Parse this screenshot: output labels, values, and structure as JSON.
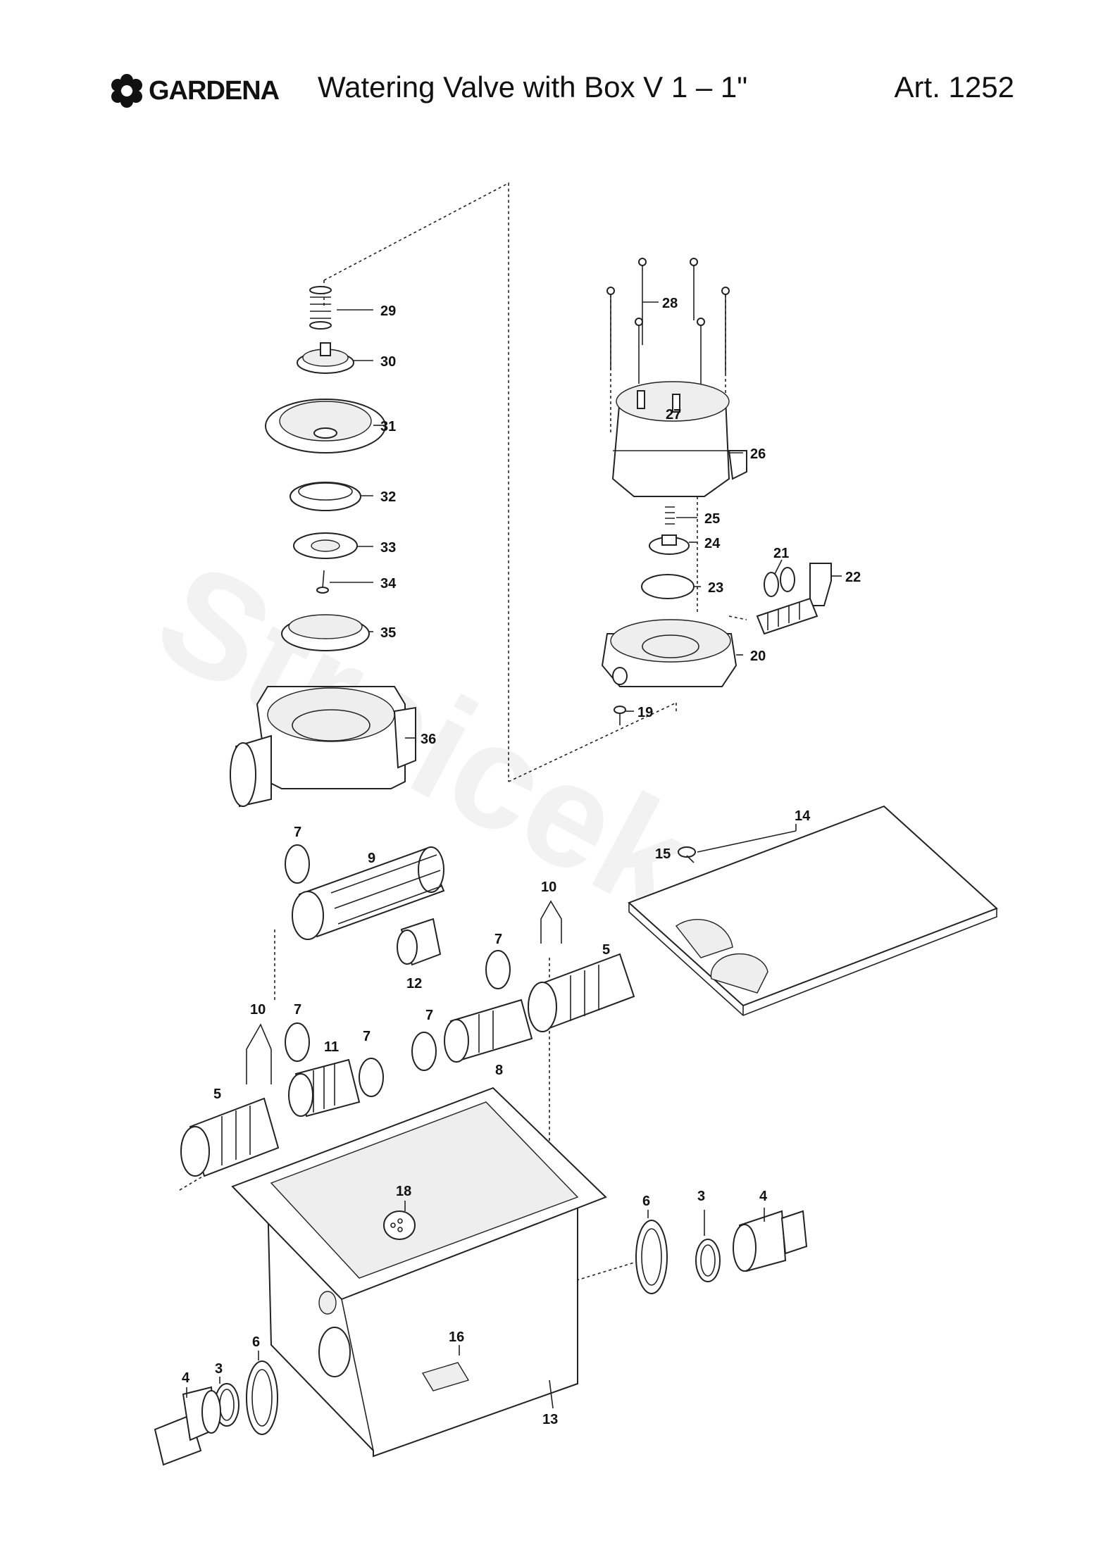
{
  "header": {
    "brand": "GARDENA",
    "title": "Watering Valve with Box V 1 – 1\"",
    "art_number": "Art. 1252"
  },
  "watermark": "Streicek",
  "parts": [
    {
      "no": "29"
    },
    {
      "no": "30"
    },
    {
      "no": "31"
    },
    {
      "no": "32"
    },
    {
      "no": "33"
    },
    {
      "no": "34"
    },
    {
      "no": "35"
    },
    {
      "no": "36"
    },
    {
      "no": "28"
    },
    {
      "no": "27"
    },
    {
      "no": "26"
    },
    {
      "no": "25"
    },
    {
      "no": "24"
    },
    {
      "no": "23"
    },
    {
      "no": "21"
    },
    {
      "no": "22"
    },
    {
      "no": "20"
    },
    {
      "no": "19"
    },
    {
      "no": "14"
    },
    {
      "no": "15"
    },
    {
      "no": "7"
    },
    {
      "no": "9"
    },
    {
      "no": "10"
    },
    {
      "no": "5"
    },
    {
      "no": "7"
    },
    {
      "no": "12"
    },
    {
      "no": "10"
    },
    {
      "no": "7"
    },
    {
      "no": "7"
    },
    {
      "no": "11"
    },
    {
      "no": "7"
    },
    {
      "no": "8"
    },
    {
      "no": "5"
    },
    {
      "no": "18"
    },
    {
      "no": "6"
    },
    {
      "no": "3"
    },
    {
      "no": "4"
    },
    {
      "no": "16"
    },
    {
      "no": "4"
    },
    {
      "no": "3"
    },
    {
      "no": "6"
    },
    {
      "no": "13"
    }
  ]
}
